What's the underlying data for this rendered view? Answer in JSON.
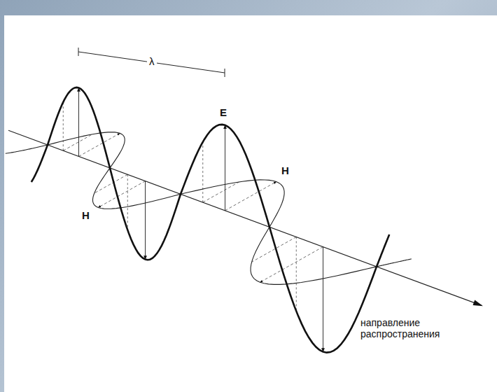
{
  "diagram": {
    "labels": [
      "λ",
      "E",
      "H",
      "H",
      "направление распространения"
    ]
  }
}
